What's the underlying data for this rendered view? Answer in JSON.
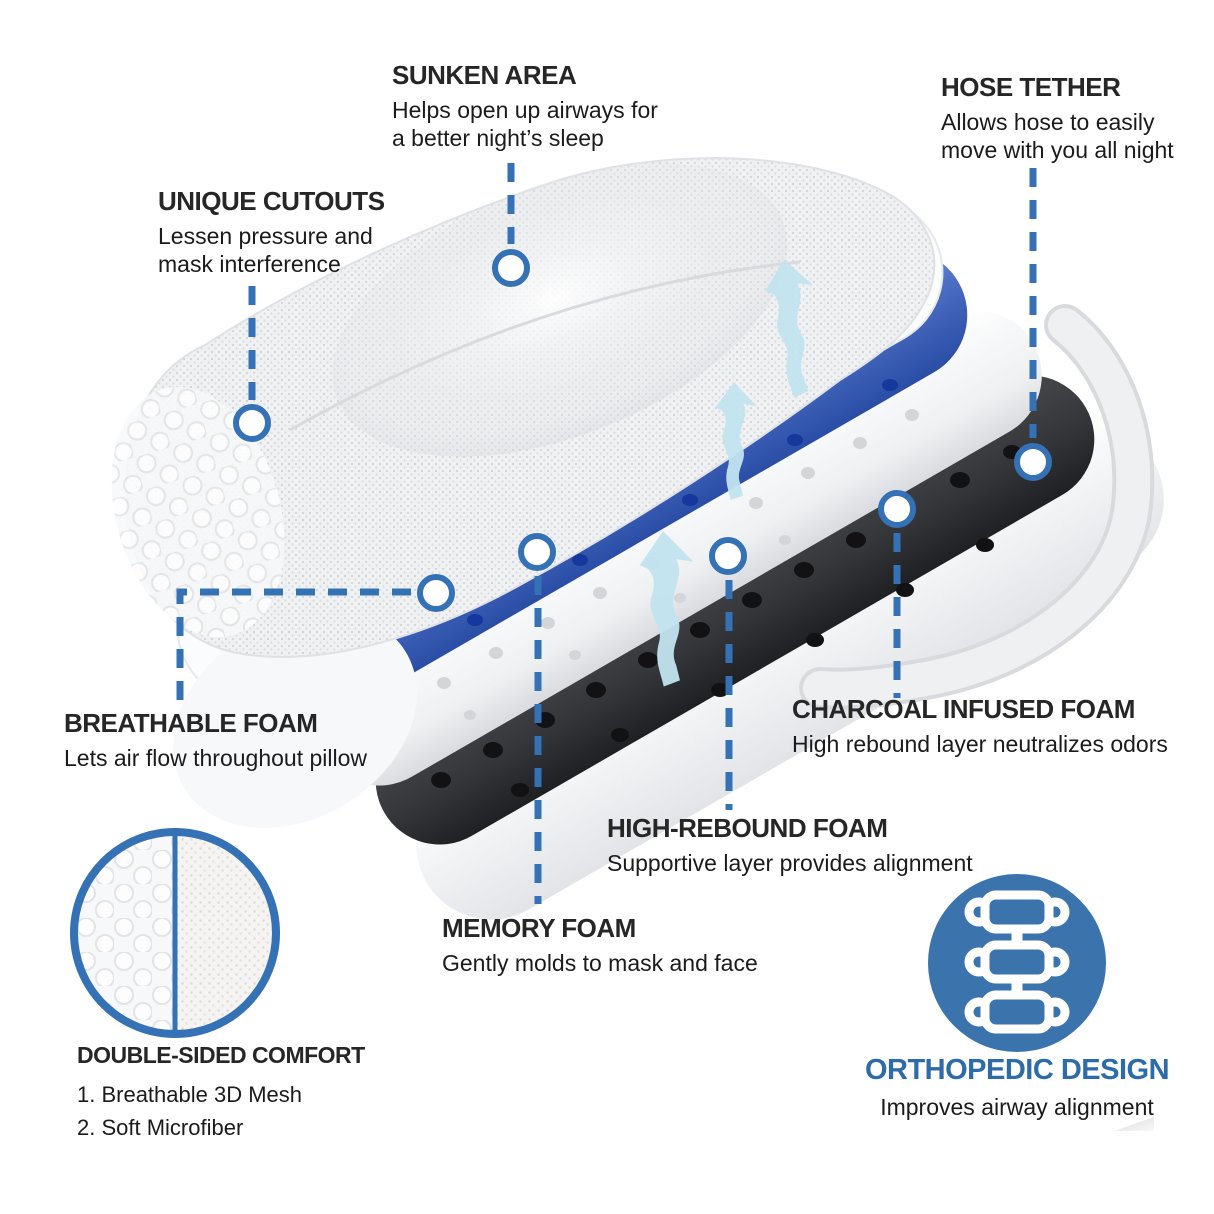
{
  "colors": {
    "accent_blue": "#3571b5",
    "orthopedic_heading_blue": "#2e6ba9",
    "orthopedic_circle_blue": "#3b74ad",
    "heading_text": "#262626",
    "body_text": "#1b1b1b",
    "memory_foam_blue": "#3f63bd",
    "charcoal_layer": "#3a3b3e",
    "airflow_arrow_blue": "#c2e4f0"
  },
  "callouts": {
    "sunken_area": {
      "title": "SUNKEN AREA",
      "lines": [
        "Helps open up airways for",
        "a better night’s sleep"
      ]
    },
    "hose_tether": {
      "title": "HOSE TETHER",
      "lines": [
        "Allows hose to easily",
        "move with you all night"
      ]
    },
    "unique_cutouts": {
      "title": "UNIQUE CUTOUTS",
      "lines": [
        "Lessen pressure and",
        "mask interference"
      ]
    },
    "breathable_foam": {
      "title": "BREATHABLE FOAM",
      "lines": [
        "Lets air flow throughout pillow"
      ]
    },
    "charcoal_foam": {
      "title": "CHARCOAL INFUSED FOAM",
      "lines": [
        "High rebound layer neutralizes odors"
      ]
    },
    "high_rebound_foam": {
      "title": "HIGH-REBOUND FOAM",
      "lines": [
        "Supportive layer provides alignment"
      ]
    },
    "memory_foam": {
      "title": "MEMORY FOAM",
      "lines": [
        "Gently molds to mask and face"
      ]
    }
  },
  "features": {
    "double_sided": {
      "title": "DOUBLE-SIDED COMFORT",
      "items": [
        "1. Breathable 3D Mesh",
        "2. Soft Microfiber"
      ]
    },
    "orthopedic": {
      "title": "ORTHOPEDIC DESIGN",
      "lines": [
        "Improves airway alignment"
      ]
    }
  },
  "icons": {
    "spine": "spine-icon",
    "airflow_arrow": "airflow-arrow-icon",
    "mesh_swatch": "3d-mesh-texture-swatch",
    "microfiber_swatch": "microfiber-texture-swatch"
  }
}
